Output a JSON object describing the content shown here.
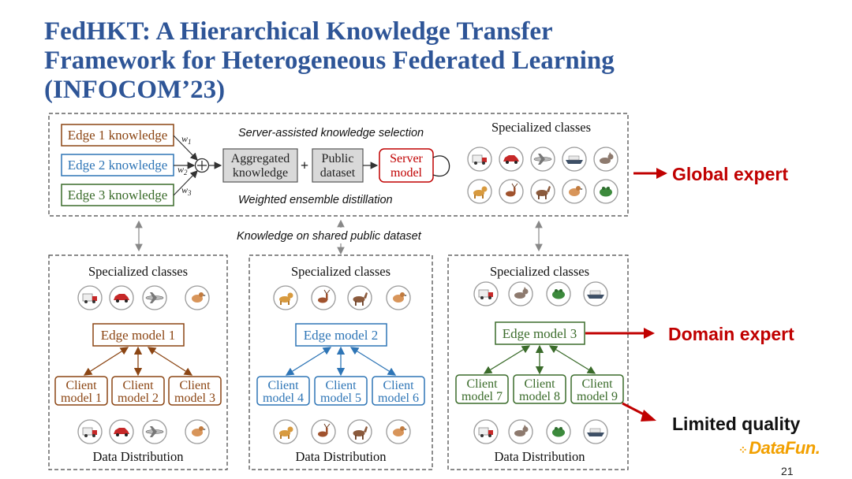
{
  "title": {
    "line1": "FedHKT: A Hierarchical Knowledge Transfer",
    "line2": "Framework for Heterogeneous Federated Learning",
    "line3": "(INFOCOM’23)"
  },
  "server": {
    "edge_knowledge": [
      "Edge 1 knowledge",
      "Edge 2 knowledge",
      "Edge 3 knowledge"
    ],
    "weights": [
      "w1",
      "w2",
      "w3"
    ],
    "aggregated": [
      "Aggregated",
      "knowledge"
    ],
    "plus": "+",
    "public_dataset": [
      "Public",
      "dataset"
    ],
    "server_model": [
      "Server",
      "model"
    ],
    "caption_top": "Server-assisted knowledge selection",
    "caption_bottom": "Weighted ensemble distillation",
    "specialized_title": "Specialized classes"
  },
  "shared_caption": "Knowledge on shared public dataset",
  "edges": [
    {
      "specialized_title": "Specialized classes",
      "model": "Edge model 1",
      "clients": [
        [
          "Client",
          "model 1"
        ],
        [
          "Client",
          "model 2"
        ],
        [
          "Client",
          "model 3"
        ]
      ],
      "distribution_title": "Data Distribution"
    },
    {
      "specialized_title": "Specialized classes",
      "model": "Edge model 2",
      "clients": [
        [
          "Client",
          "model 4"
        ],
        [
          "Client",
          "model 5"
        ],
        [
          "Client",
          "model 6"
        ]
      ],
      "distribution_title": "Data Distribution"
    },
    {
      "specialized_title": "Specialized classes",
      "model": "Edge model 3",
      "clients": [
        [
          "Client",
          "model 7"
        ],
        [
          "Client",
          "model 8"
        ],
        [
          "Client",
          "model 9"
        ]
      ],
      "distribution_title": "Data Distribution"
    }
  ],
  "labels": {
    "global_expert": "Global expert",
    "domain_expert": "Domain expert",
    "limited_quality": "Limited quality"
  },
  "colors": {
    "title": "#2e5597",
    "edge1": "#8b4513",
    "edge2": "#2e75b6",
    "edge3": "#3a6b2a",
    "server": "#c00000",
    "arrow_red": "#c00000"
  },
  "icons": {
    "server_row1": [
      "truck-icon",
      "car-icon",
      "airplane-icon",
      "ship-icon",
      "cat-icon"
    ],
    "server_row2": [
      "dog-icon",
      "deer-icon",
      "horse-icon",
      "bird-icon",
      "frog-icon"
    ],
    "edge1": [
      "truck-icon",
      "car-icon",
      "airplane-icon",
      "bird-icon"
    ],
    "edge2": [
      "dog-icon",
      "deer-icon",
      "horse-icon",
      "bird-icon"
    ],
    "edge3": [
      "truck-icon",
      "cat-icon",
      "frog-icon",
      "ship-icon"
    ]
  },
  "logo": "DataFun.",
  "page_number": "21"
}
